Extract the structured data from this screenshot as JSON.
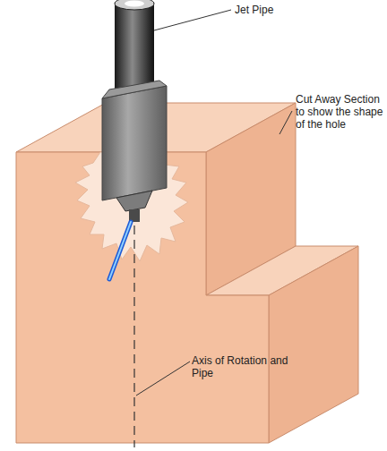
{
  "diagram": {
    "labels": [
      "Jet Pipe",
      "Cut Away Section to show the shape of the hole",
      "Axis of Rotation and Pipe"
    ]
  }
}
